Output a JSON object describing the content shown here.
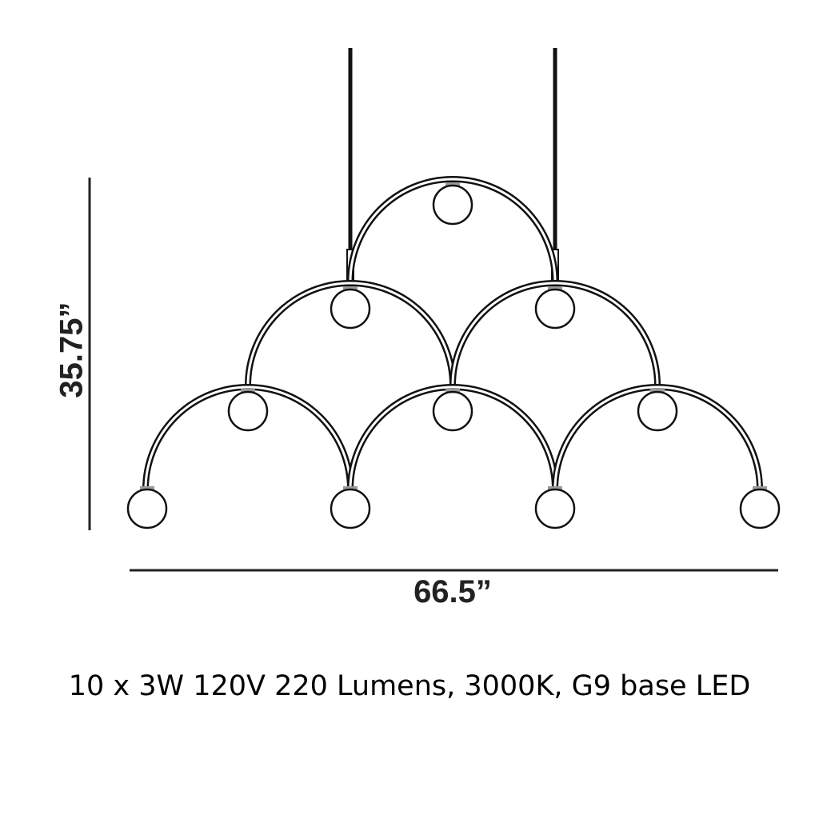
{
  "dimensions": {
    "height_label": "35.75”",
    "width_label": "66.5”"
  },
  "caption": "10 x 3W 120V 220 Lumens, 3000K, G9 base LED",
  "fixture": {
    "globe_count": 10,
    "arch_rows": 3
  }
}
